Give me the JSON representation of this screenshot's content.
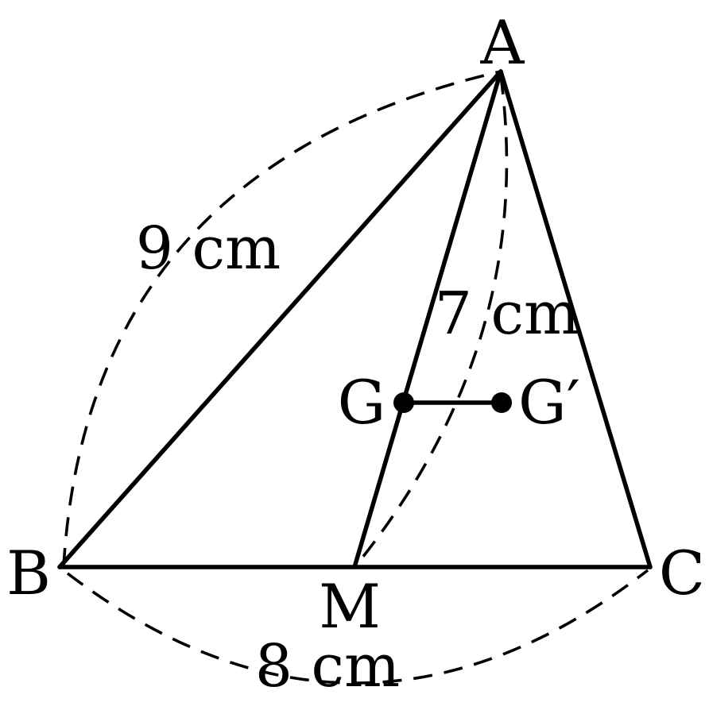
{
  "points": {
    "A": "A",
    "B": "B",
    "C": "C",
    "M": "M",
    "G": "G",
    "G_prime": "G′"
  },
  "lengths": {
    "AB": "9 cm",
    "AM": "7 cm",
    "BC": "8 cm"
  }
}
